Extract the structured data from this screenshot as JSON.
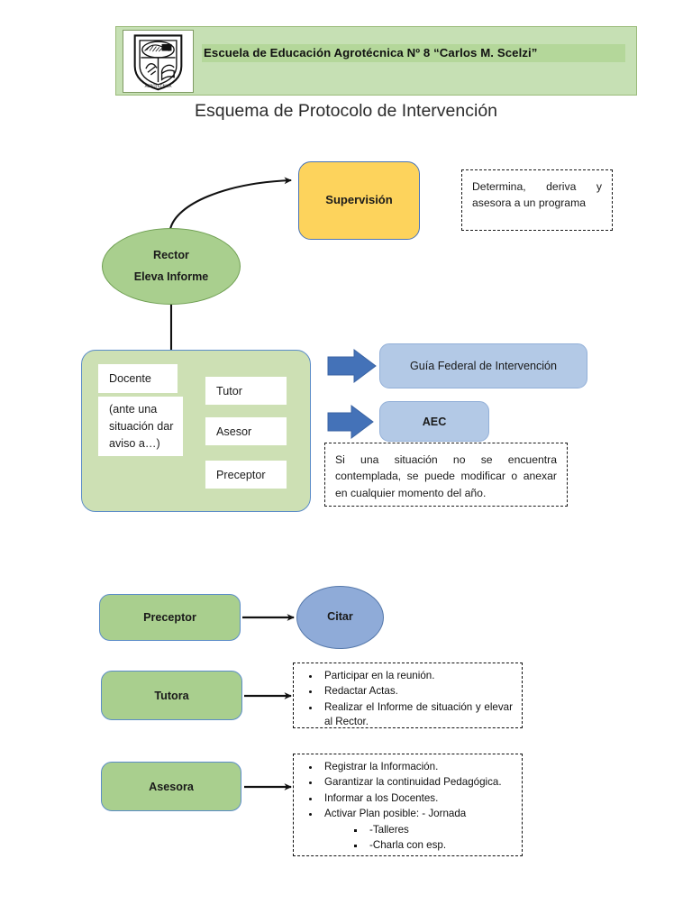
{
  "header": {
    "institution_title": "Escuela de Educación Agrotécnica Nº 8 “Carlos M. Scelzi”",
    "logo_name": "school-crest-logo",
    "band_color": "#c6e0b4",
    "highlight_color": "#b4d79a"
  },
  "page_title": "Esquema de Protocolo de Intervención",
  "flow": {
    "supervision": {
      "label": "Supervisión",
      "fill": "#fdd35c",
      "border": "#4a74b8"
    },
    "note_determina": "Determina, deriva y asesora a un programa",
    "rector": {
      "line1": "Rector",
      "line2": "Eleva Informe",
      "fill": "#a9cf8e"
    },
    "main_box": {
      "fill": "#cde0b4",
      "border": "#5b8cc8",
      "docente": "Docente",
      "docente_note": "(ante una situación dar aviso a…)",
      "targets": [
        "Tutor",
        "Asesor",
        "Preceptor"
      ]
    },
    "blue_boxes": [
      {
        "label": "Guía Federal de Intervención",
        "bold": false
      },
      {
        "label": "AEC",
        "bold": true
      }
    ],
    "arrow_color": "#4472b8",
    "note_modificar": "Si una situación no se encuentra contemplada, se puede modificar o anexar en cualquier momento del año."
  },
  "roles": [
    {
      "name": "Preceptor",
      "target_type": "ellipse",
      "target_label": "Citar",
      "target_fill": "#8fabd8",
      "bullets": []
    },
    {
      "name": "Tutora",
      "target_type": "note",
      "bullets": [
        {
          "text": "Participar en la reunión."
        },
        {
          "text": "Redactar Actas."
        },
        {
          "text": "Realizar el Informe de situación y elevar al Rector."
        }
      ]
    },
    {
      "name": "Asesora",
      "target_type": "note",
      "bullets": [
        {
          "text": "Registrar la Información."
        },
        {
          "text": "Garantizar la continuidad Pedagógica."
        },
        {
          "text": "Informar a los Docentes."
        },
        {
          "text": "Activar Plan posible: - Jornada",
          "subbullets": [
            "-Talleres",
            "-Charla con esp."
          ]
        }
      ]
    }
  ]
}
